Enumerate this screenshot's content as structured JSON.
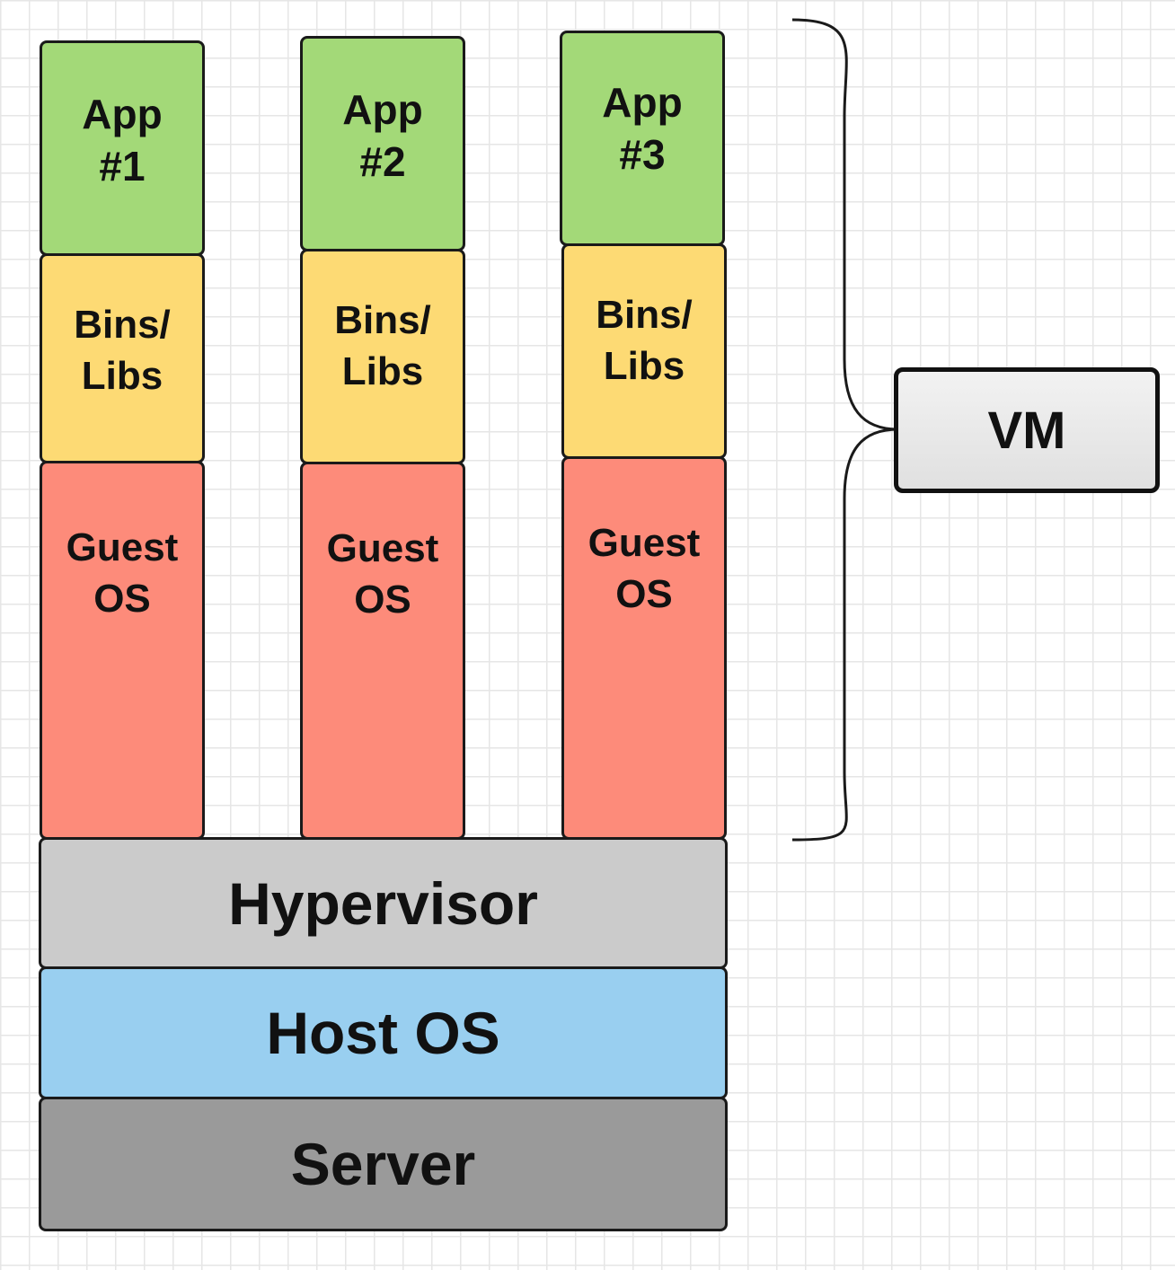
{
  "stacks": [
    {
      "app": "App\n#1",
      "libs": "Bins/\nLibs",
      "os": "Guest\nOS"
    },
    {
      "app": "App\n#2",
      "libs": "Bins/\nLibs",
      "os": "Guest\nOS"
    },
    {
      "app": "App\n#3",
      "libs": "Bins/\nLibs",
      "os": "Guest\nOS"
    }
  ],
  "layers": {
    "hypervisor": "Hypervisor",
    "host_os": "Host OS",
    "server": "Server"
  },
  "vm_label": "VM",
  "colors": {
    "app": "#a3d978",
    "libs": "#fdda74",
    "guest_os": "#fd8b7a",
    "hypervisor": "#cbcbcb",
    "host_os": "#99cff0",
    "server": "#9a9a9a",
    "vm": "#e8e8e8"
  }
}
